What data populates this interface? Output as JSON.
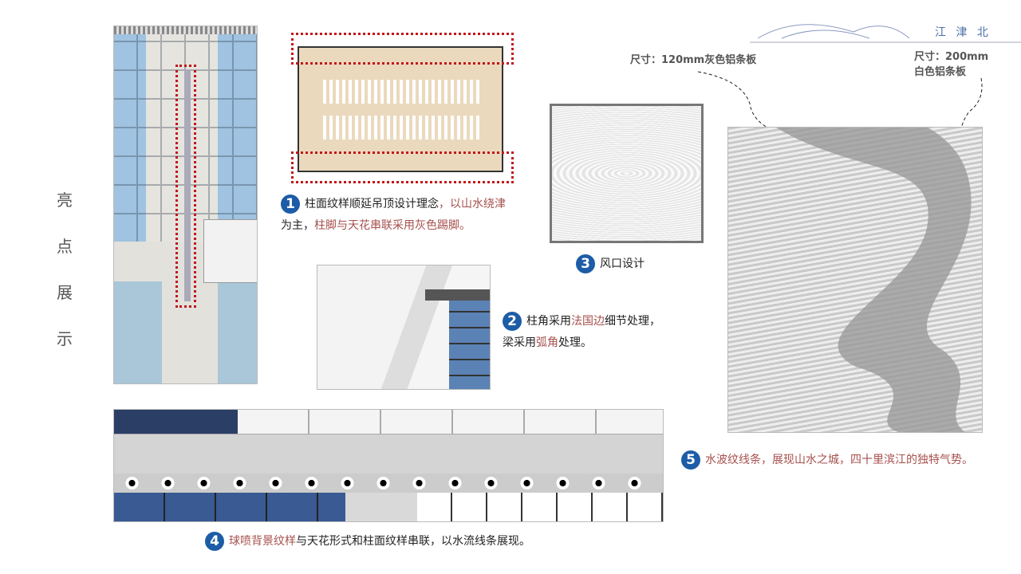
{
  "logo": {
    "text": "江 津 北"
  },
  "side_title": [
    "亮",
    "点",
    "展",
    "示"
  ],
  "caption1": {
    "num": "1",
    "a": "柱面纹样顺延吊顶设计理念",
    "b": "，以",
    "c": "山水绕津",
    "d": "为主，",
    "e": "柱脚与天花串联采用灰色踢脚。"
  },
  "caption2": {
    "num": "2",
    "a": "柱角采用",
    "b": "法国边",
    "c": "细节处理，",
    "d": "梁采用",
    "e": "弧角",
    "f": "处理。"
  },
  "caption3": {
    "num": "3",
    "a": "风口设计"
  },
  "caption4": {
    "num": "4",
    "a": "球喷背景纹样",
    "b": "与天花形式和柱面纹样串联，以水流线条展现。"
  },
  "caption5": {
    "num": "5",
    "a": "水波纹线条，展现山水之城，四十里滨江的独特气势。"
  },
  "note_left": "尺寸：120mm灰色铝条板",
  "note_right": "尺寸：200mm白色铝条板",
  "colors": {
    "accent_red": "#a6504d",
    "badge_blue": "#1d5ca6"
  }
}
